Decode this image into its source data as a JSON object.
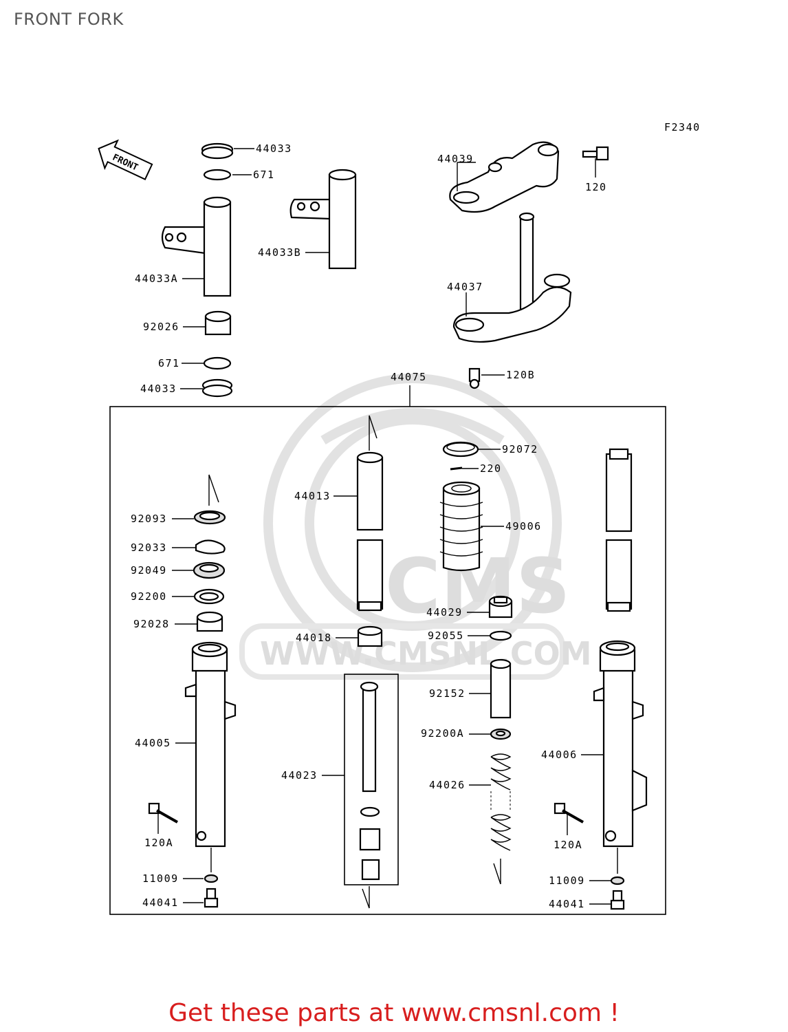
{
  "page": {
    "title": "FRONT FORK",
    "figure_code": "F2340",
    "front_arrow_label": "FRONT",
    "watermark_logo": "CMS",
    "watermark_url": "WWW.CMSNL.COM",
    "footer": "Get these parts at www.cmsnl.com !",
    "footer_color": "#d81e1e"
  },
  "parts": {
    "p44033_top": "44033",
    "p671_top": "671",
    "p44033A": "44033A",
    "p44033B": "44033B",
    "p92026": "92026",
    "p671_bottom": "671",
    "p44033_bottom": "44033",
    "p44039": "44039",
    "p120": "120",
    "p44037": "44037",
    "p120B": "120B",
    "p44075": "44075",
    "p92072": "92072",
    "p220": "220",
    "p44013": "44013",
    "p49006": "49006",
    "p92093": "92093",
    "p92033": "92033",
    "p92049": "92049",
    "p92200": "92200",
    "p92028": "92028",
    "p44029": "44029",
    "p92055": "92055",
    "p44018": "44018",
    "p92152": "92152",
    "p92200A": "92200A",
    "p44005": "44005",
    "p44006": "44006",
    "p44023": "44023",
    "p44026": "44026",
    "p120A_left": "120A",
    "p120A_right": "120A",
    "p11009_left": "11009",
    "p11009_right": "11009",
    "p44041_left": "44041",
    "p44041_right": "44041"
  }
}
